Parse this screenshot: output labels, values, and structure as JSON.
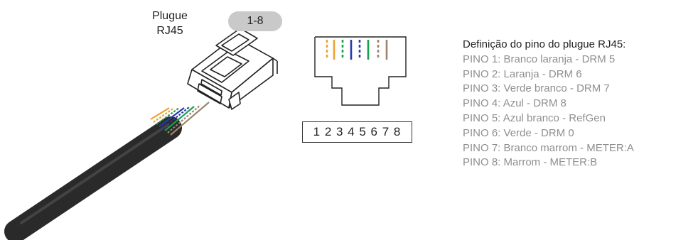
{
  "plug": {
    "label_line1": "Plugue",
    "label_line2": "RJ45",
    "range_badge": "1-8"
  },
  "interface": {
    "title": "Interface RJ45",
    "pin_numbers": "1 2 3 4 5 6 7 8"
  },
  "pin_strip": "1 2 3 4 5 6 7 8",
  "pin_definition": {
    "title": "Definição do pino do plugue RJ45:",
    "pins": [
      "PINO 1: Branco laranja - DRM 5",
      "PINO 2: Laranja - DRM 6",
      "PINO 3: Verde branco - DRM 7",
      "PINO 4: Azul - DRM 8",
      "PINO 5: Azul branco - RefGen",
      "PINO 6: Verde - DRM 0",
      "PINO 7: Branco marrom - METER:A",
      "PINO 8: Marrom - METER:B"
    ]
  },
  "wire_colors": {
    "orange": "#f0a030",
    "green": "#1aa04a",
    "blue": "#2a3aa8",
    "brown": "#9a8670",
    "cable": "#2a2a2a"
  }
}
